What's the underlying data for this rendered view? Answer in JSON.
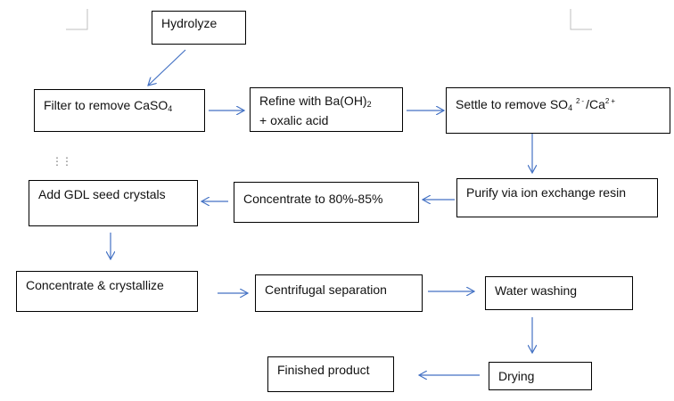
{
  "diagram": {
    "accent_color": "#4472C4",
    "nodes": {
      "hydrolyze": {
        "text": "Hydrolyze"
      },
      "filter": {
        "text": "Filter to remove CaSO",
        "sub": "4"
      },
      "refine": {
        "line1": "Refine with Ba(OH)",
        "sub": "2",
        "line2": "+ oxalic acid"
      },
      "settle": {
        "text": "Settle to remove SO",
        "sub": "4",
        "sup1": "2-",
        "mid": "/Ca",
        "sup2": "2+"
      },
      "purify": {
        "text": "Purify via ion exchange resin"
      },
      "concentrate1": {
        "text": "Concentrate to 80%-85%"
      },
      "add_gdl": {
        "text": "Add GDL seed crystals"
      },
      "concentrate2": {
        "text": "Concentrate & crystallize"
      },
      "centrifugal": {
        "text": "Centrifugal separation"
      },
      "washing": {
        "text": "Water washing"
      },
      "drying": {
        "text": "Drying"
      },
      "finished": {
        "text": "Finished product"
      }
    },
    "flow": [
      "hydrolyze",
      "filter",
      "refine",
      "settle",
      "purify",
      "concentrate1",
      "add_gdl",
      "concentrate2",
      "centrifugal",
      "washing",
      "drying",
      "finished"
    ]
  }
}
